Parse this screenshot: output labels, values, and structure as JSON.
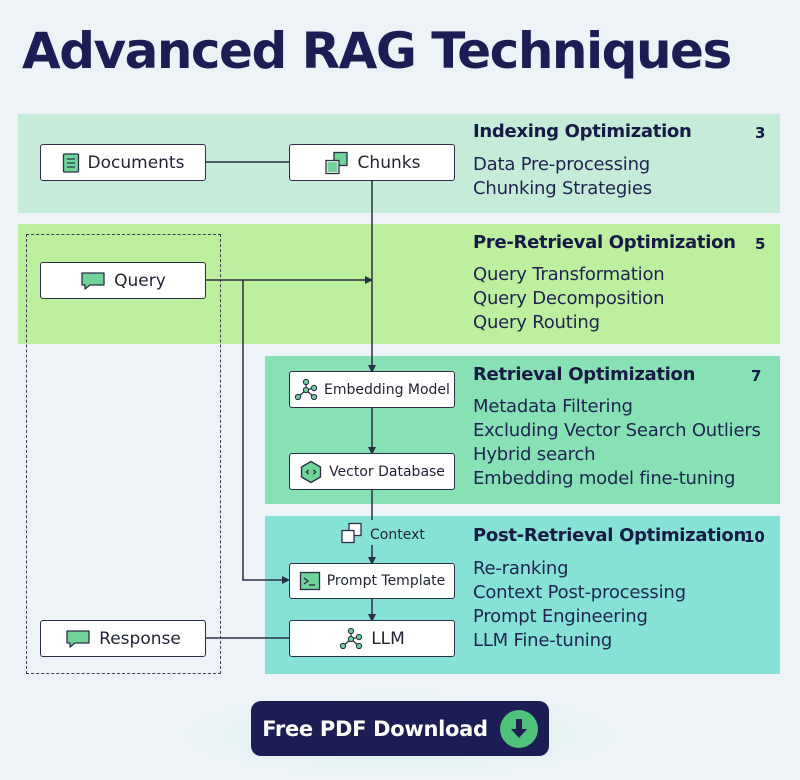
{
  "title": "Advanced RAG Techniques",
  "colors": {
    "indexing_band": "#c4ecd8",
    "pre_retrieval_band": "#bcef9e",
    "retrieval_band": "#87e1b5",
    "post_retrieval_band": "#86e2d6",
    "title_navy": "#1c1d54",
    "accent_green": "#4ec27a"
  },
  "sections": [
    {
      "name": "Indexing Optimization",
      "count": "3",
      "items": [
        "Data Pre-processing",
        "Chunking Strategies"
      ]
    },
    {
      "name": "Pre-Retrieval Optimization",
      "count": "5",
      "items": [
        "Query Transformation",
        "Query Decomposition",
        "Query Routing"
      ]
    },
    {
      "name": "Retrieval Optimization",
      "count": "7",
      "items": [
        "Metadata Filtering",
        "Excluding Vector Search Outliers",
        "Hybrid search",
        "Embedding model fine-tuning"
      ]
    },
    {
      "name": "Post-Retrieval Optimization",
      "count": "10",
      "items": [
        "Re-ranking",
        "Context Post-processing",
        "Prompt Engineering",
        "LLM Fine-tuning"
      ]
    }
  ],
  "nodes": {
    "documents": {
      "label": "Documents",
      "icon": "document-icon"
    },
    "chunks": {
      "label": "Chunks",
      "icon": "chunks-icon"
    },
    "query": {
      "label": "Query",
      "icon": "chat-bubble-icon"
    },
    "embedding_model": {
      "label": "Embedding Model",
      "icon": "network-icon"
    },
    "vector_database": {
      "label": "Vector Database",
      "icon": "database-hexagon-icon"
    },
    "context": {
      "label": "Context",
      "icon": "context-stack-icon"
    },
    "prompt_template": {
      "label": "Prompt Template",
      "icon": "terminal-icon"
    },
    "llm": {
      "label": "LLM",
      "icon": "network-icon"
    },
    "response": {
      "label": "Response",
      "icon": "chat-bubble-icon"
    }
  },
  "cta": {
    "label": "Free PDF Download",
    "icon": "download-arrow-icon"
  }
}
